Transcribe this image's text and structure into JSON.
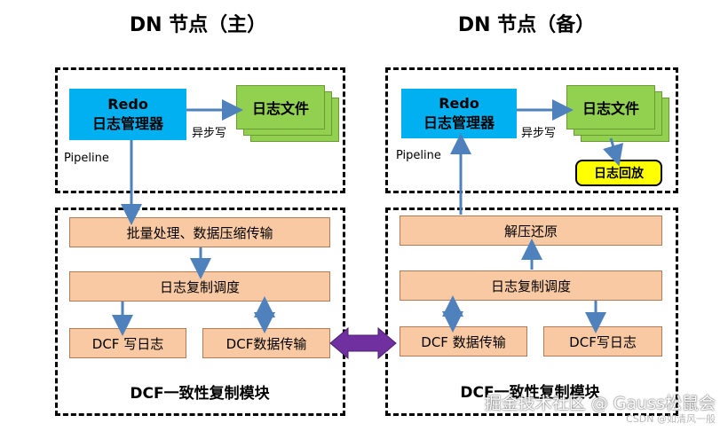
{
  "primary": {
    "title": "DN 节点（主）",
    "redo_line1": "Redo",
    "redo_line2": "日志管理器",
    "log_file": "日志文件",
    "async_write": "异步写",
    "pipeline": "Pipeline",
    "batch": "批量处理、数据压缩传输",
    "replication": "日志复制调度",
    "dcf_write": "DCF 写日志",
    "dcf_transfer": "DCF数据传输",
    "module": "DCF一致性复制模块"
  },
  "standby": {
    "title": "DN 节点（备）",
    "redo_line1": "Redo",
    "redo_line2": "日志管理器",
    "log_file": "日志文件",
    "async_write": "异步写",
    "pipeline": "Pipeline",
    "log_replay": "日志回放",
    "decompress": "解压还原",
    "replication": "日志复制调度",
    "dcf_transfer": "DCF 数据传输",
    "dcf_write": "DCF写日志",
    "module": "DCF一致性复制模块"
  },
  "watermark": {
    "main": "掘金技术社区 @ Gauss松鼠会",
    "sub": "CSDN @如清风一般"
  },
  "colors": {
    "redo_blue": "#00b0f0",
    "log_green": "#92d050",
    "step_orange": "#f8c9a3",
    "replay_yellow": "#ffff00",
    "arrow_blue": "#4f81bd",
    "link_purple": "#7030a0"
  }
}
